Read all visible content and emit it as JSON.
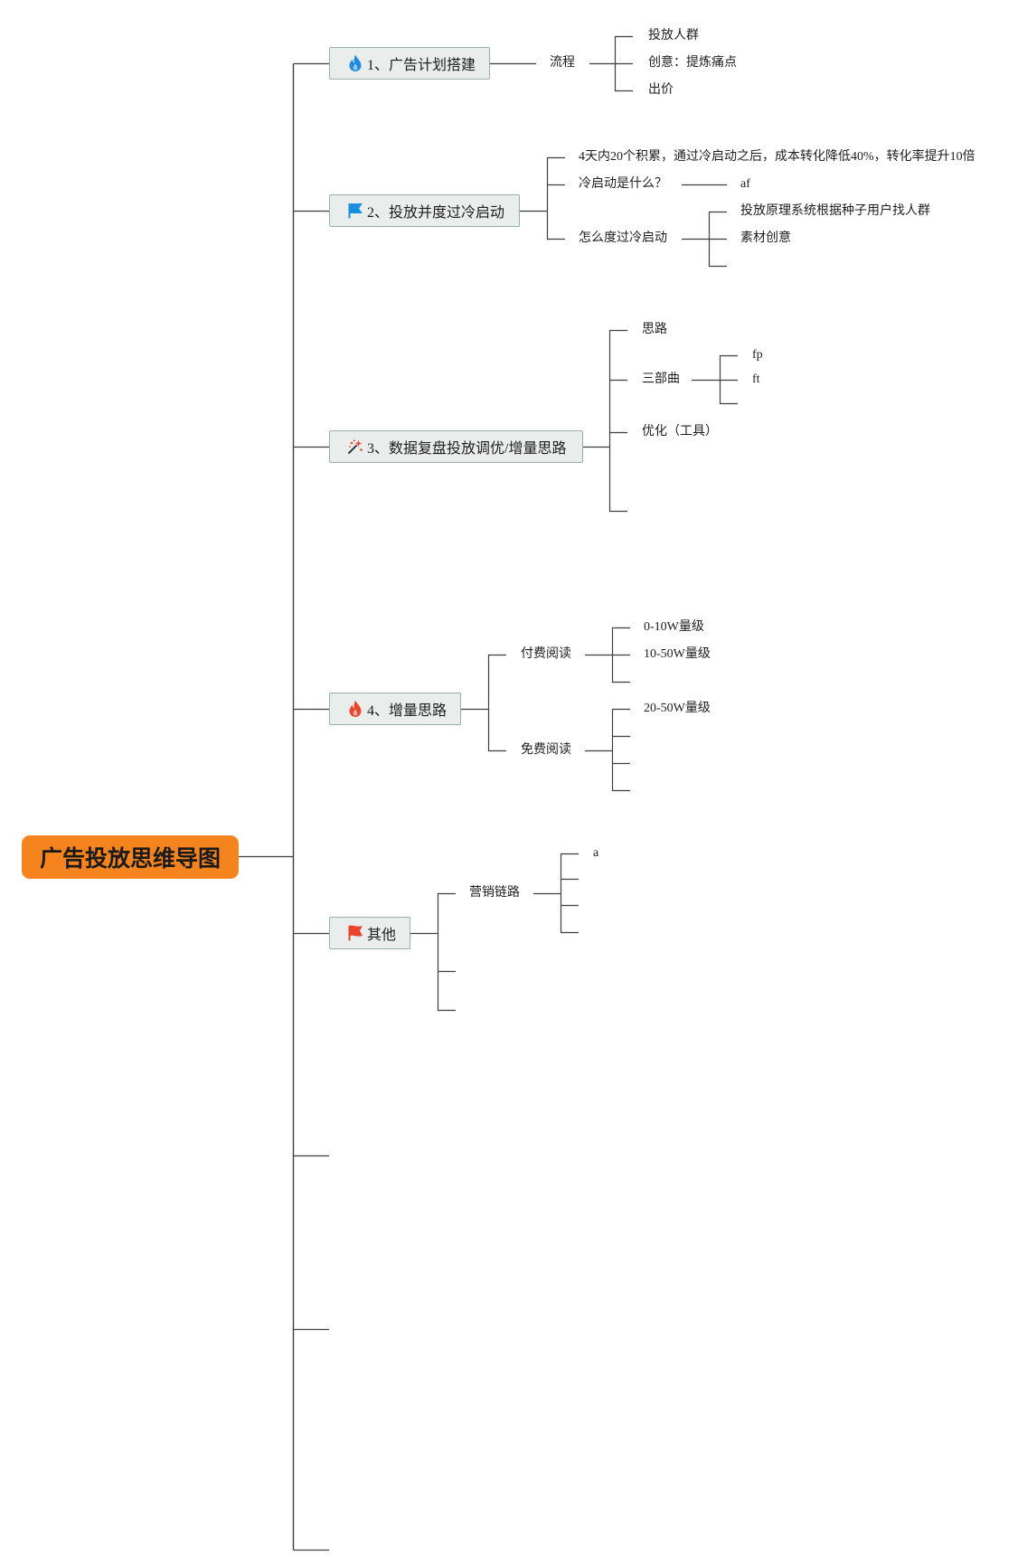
{
  "root": {
    "label": "广告投放思维导图"
  },
  "colors": {
    "root_fill": "#f5841f",
    "node_fill": "#e9edeb",
    "node_border": "#98b1a8",
    "line": "#3f3f3f"
  },
  "branches": [
    {
      "label": "1、广告计划搭建",
      "icon": "flame-icon",
      "icon_color": "#1e8ae0",
      "children": [
        {
          "label": "流程",
          "children": [
            {
              "label": "投放人群"
            },
            {
              "label": "创意：提炼痛点"
            },
            {
              "label": "出价"
            }
          ]
        }
      ]
    },
    {
      "label": "2、投放并度过冷启动",
      "icon": "flag-icon",
      "icon_color": "#1a8fe0",
      "children": [
        {
          "label": "4天内20个积累，通过冷启动之后，成本转化降低40%，转化率提升10倍"
        },
        {
          "label": "冷启动是什么？",
          "children": [
            {
              "label": "af"
            }
          ]
        },
        {
          "label": "怎么度过冷启动",
          "children": [
            {
              "label": "投放原理系统根据种子用户找人群"
            },
            {
              "label": "素材创意"
            }
          ]
        }
      ]
    },
    {
      "label": "3、数据复盘投放调优/增量思路",
      "icon": "magic-wand-icon",
      "icon_color": "#e8452c",
      "children": [
        {
          "label": "思路"
        },
        {
          "label": "三部曲",
          "children": [
            {
              "label": "fp"
            },
            {
              "label": "ft"
            }
          ]
        },
        {
          "label": "优化（工具）"
        }
      ]
    },
    {
      "label": "4、增量思路",
      "icon": "flame-icon",
      "icon_color": "#e8452c",
      "children": [
        {
          "label": "付费阅读",
          "children": [
            {
              "label": "0-10W量级"
            },
            {
              "label": "10-50W量级"
            }
          ]
        },
        {
          "label": "免费阅读",
          "children": [
            {
              "label": "20-50W量级"
            }
          ]
        }
      ]
    },
    {
      "label": "其他",
      "icon": "flag-icon",
      "icon_color": "#e8452c",
      "children": [
        {
          "label": "营销链路",
          "children": [
            {
              "label": "a"
            }
          ]
        }
      ]
    }
  ]
}
